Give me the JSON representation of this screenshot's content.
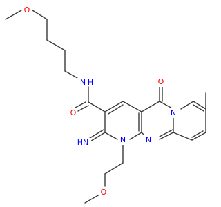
{
  "molecule": {
    "colors": {
      "bond": "#3a3a3a",
      "O": "#ff0000",
      "N": "#0000ff",
      "background": "#ffffff"
    },
    "labels": {
      "o_methoxy_top": "O",
      "n_amide": "N",
      "h_amide": "H",
      "o_amide": "O",
      "o_ketone": "O",
      "n_bridge": "N",
      "n_ring": "N",
      "n_imine": "N",
      "h_imine": "H",
      "imino_text": "HN",
      "n_alkyl": "N",
      "o_methoxy_bottom": "O"
    }
  }
}
